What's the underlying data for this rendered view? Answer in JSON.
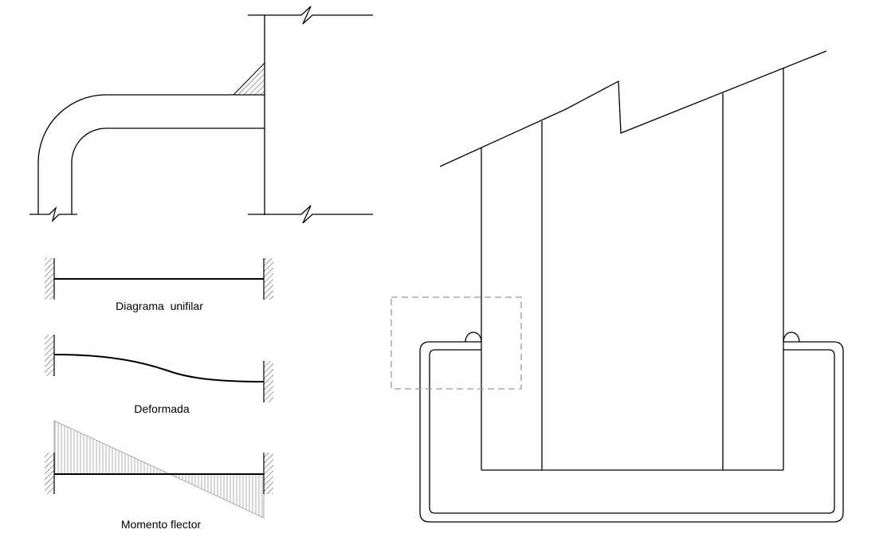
{
  "labels": {
    "unifilar": "Diagrama  unifilar",
    "deformada": "Deformada",
    "momento": "Momento flector"
  },
  "colors": {
    "line": "#000000",
    "hatch": "#555555",
    "moment_fill": "#9a9a9a",
    "detail_box": "#999999"
  }
}
